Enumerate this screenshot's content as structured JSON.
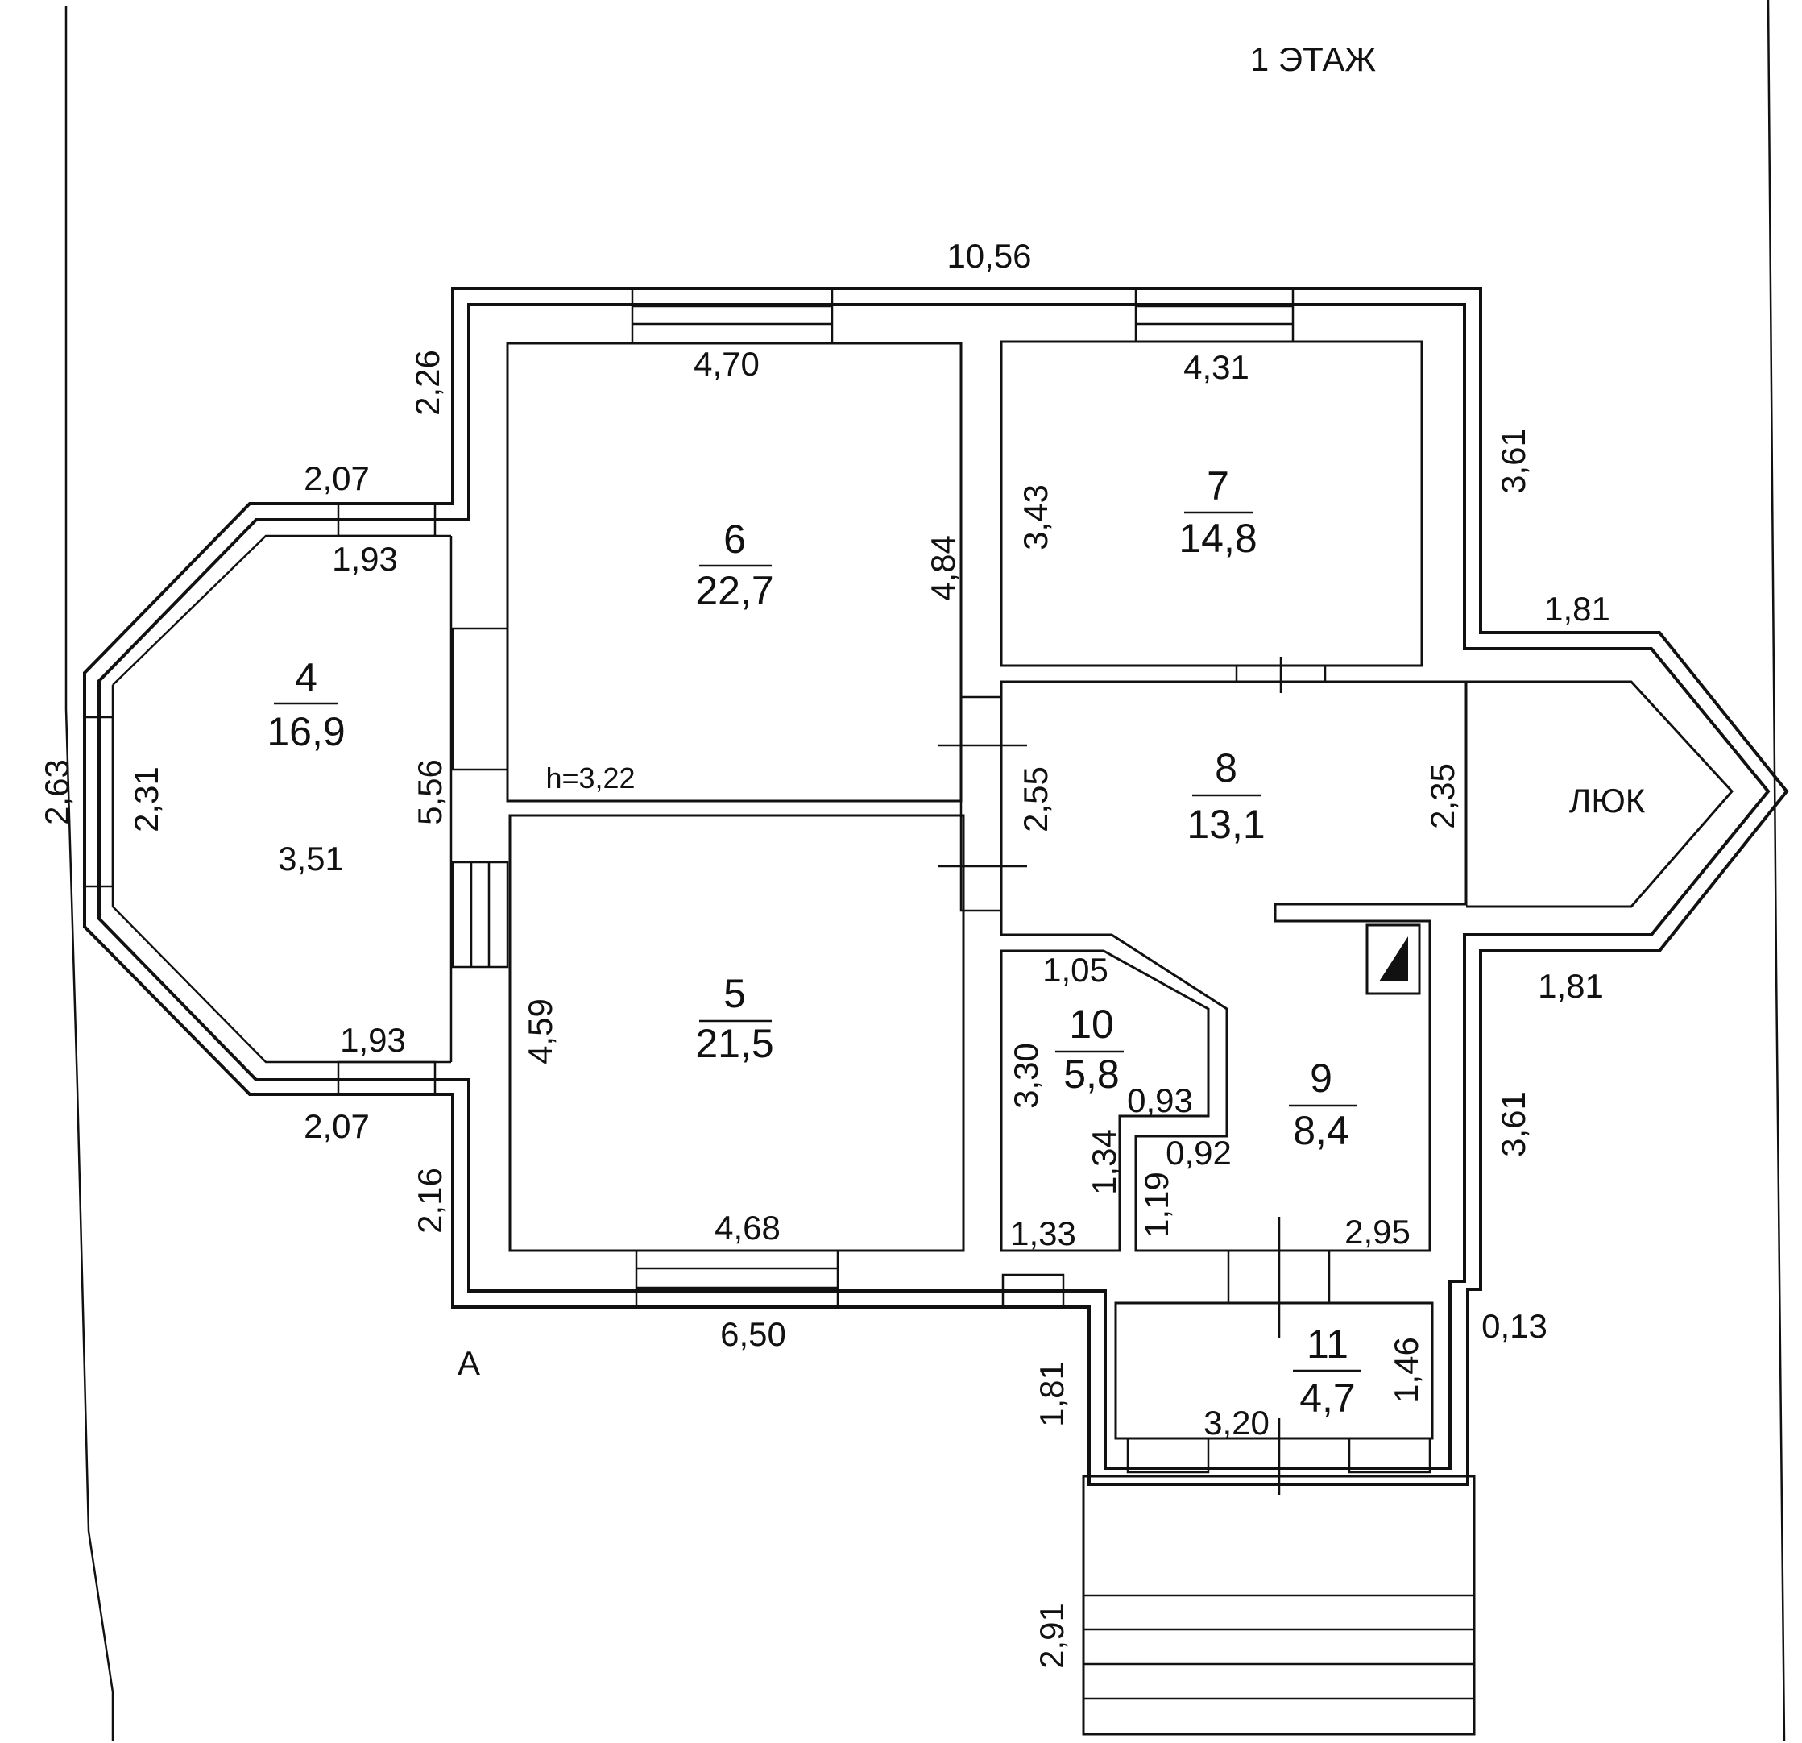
{
  "floor_title": "1 ЭТАЖ",
  "rooms": {
    "r4": {
      "number": "4",
      "area": "16,9"
    },
    "r5": {
      "number": "5",
      "area": "21,5"
    },
    "r6": {
      "number": "6",
      "area": "22,7"
    },
    "r7": {
      "number": "7",
      "area": "14,8"
    },
    "r8": {
      "number": "8",
      "area": "13,1"
    },
    "r9": {
      "number": "9",
      "area": "8,4"
    },
    "r10": {
      "number": "10",
      "area": "5,8"
    },
    "r11": {
      "number": "11",
      "area": "4,7"
    }
  },
  "hatch_label": "ЛЮК",
  "height_note": "h=3,22",
  "letter_a": "А",
  "dimensions": {
    "top_total": "10,56",
    "r6_top": "4,70",
    "r7_top": "4,31",
    "left_upper": "2,26",
    "bay_top_outer": "2,07",
    "bay_top_inner": "1,93",
    "r6_right": "4,84",
    "r7_left": "3,43",
    "right_upper": "3,61",
    "hatch_top": "1,81",
    "left_outer": "2,63",
    "bay_left": "2,31",
    "r4_depth": "3,51",
    "center_wall": "5,56",
    "r8_left": "2,55",
    "r8_right": "2,35",
    "hatch_bottom": "1,81",
    "r10_top": "1,05",
    "r10_left": "3,30",
    "r10_step_a": "0,93",
    "r10_step_b": "0,92",
    "r10_inner": "1,34",
    "r9_left": "1,19",
    "r10_bottom": "1,33",
    "r9_bottom": "2,95",
    "right_lower": "3,61",
    "bay_bot_inner": "1,93",
    "bay_bot_outer": "2,07",
    "r5_left": "4,59",
    "left_lower": "2,16",
    "r5_bottom": "4,68",
    "bottom_left": "6,50",
    "offset": "0,13",
    "r11_right": "1,46",
    "porch_left": "1,81",
    "r11_bottom": "3,20",
    "porch_stairs": "2,91"
  }
}
